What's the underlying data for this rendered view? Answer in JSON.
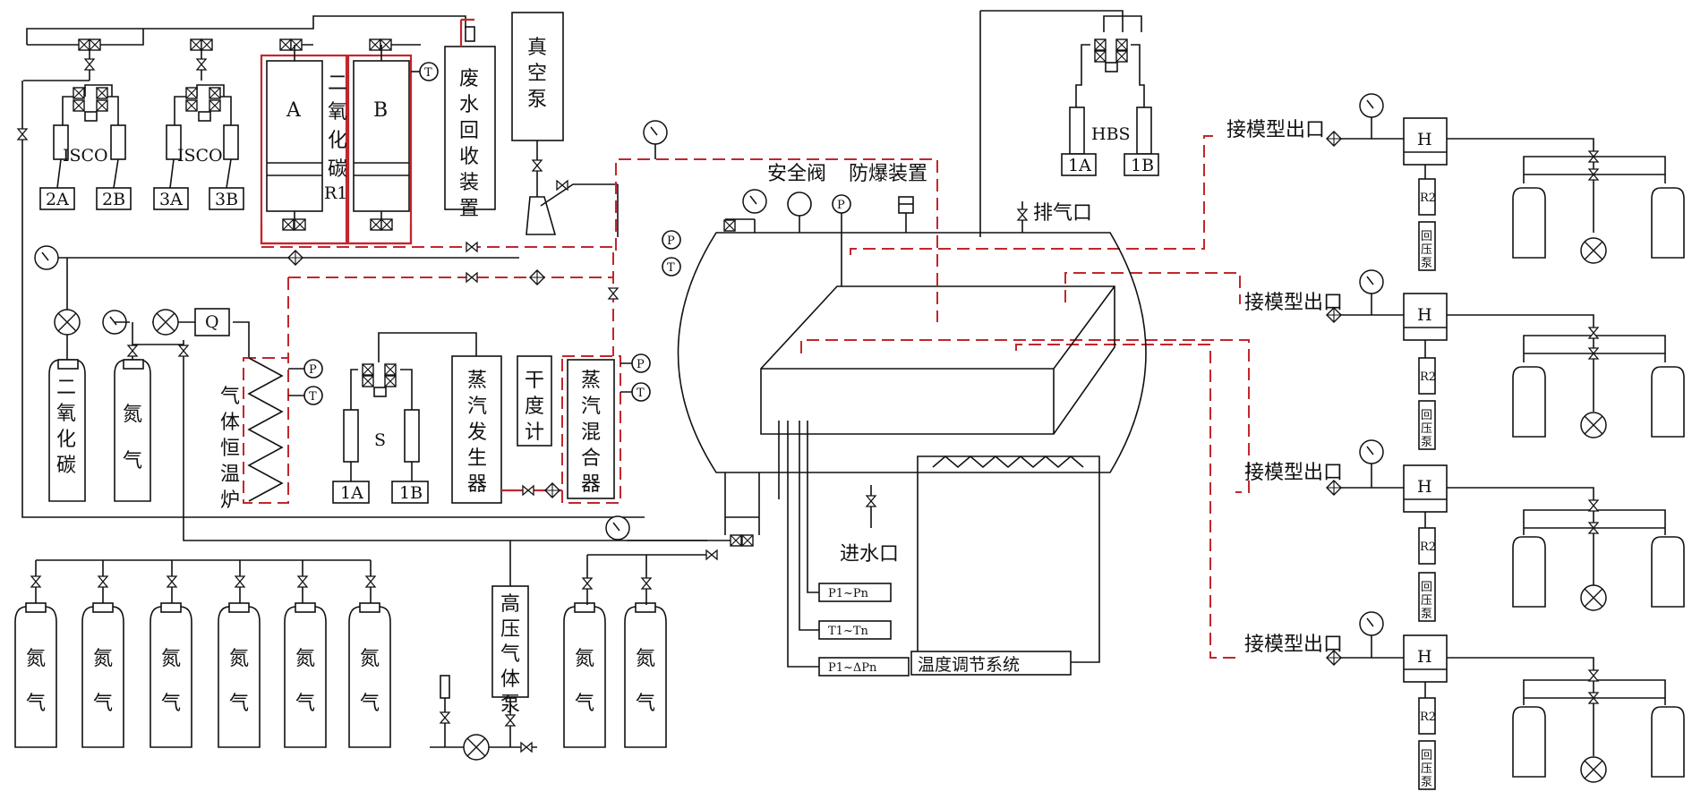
{
  "labels": {
    "isco": "ISCO",
    "isco_a": "2A",
    "isco_b": "2B",
    "isco_c": "3A",
    "isco_d": "3B",
    "tank_a": "A",
    "tank_b": "B",
    "r1": "R1",
    "co2_vert": "二氧化碳",
    "waste_water": "废水回收装置",
    "vacuum_pump": "真空泵",
    "hbs": "HBS",
    "hbs_1a": "1A",
    "hbs_1b": "1B",
    "safety_valve": "安全阀",
    "explosion_proof": "防爆装置",
    "exhaust": "排气口",
    "model_outlet": "接模型出口",
    "r2": "R2",
    "back_pressure_pump": "回压泵",
    "h": "H",
    "q": "Q",
    "p": "P",
    "t": "T",
    "co2_cyl": "二氧化碳",
    "nitrogen": "氮气",
    "gas_oven": "气体恒温炉",
    "s": "S",
    "s_1a": "1A",
    "s_1b": "1B",
    "steam_gen": "蒸汽发生器",
    "dryness": "干度计",
    "steam_mixer": "蒸汽混合器",
    "water_inlet": "进水口",
    "hp_gas_pump": "高压气体泵",
    "p1pn": "P1~Pn",
    "t1tn": "T1~Tn",
    "dp": "P1~ΔPn",
    "temp_ctrl": "温度调节系统"
  },
  "colors": {
    "line": "#111111",
    "heated_line": "#c1272d"
  }
}
